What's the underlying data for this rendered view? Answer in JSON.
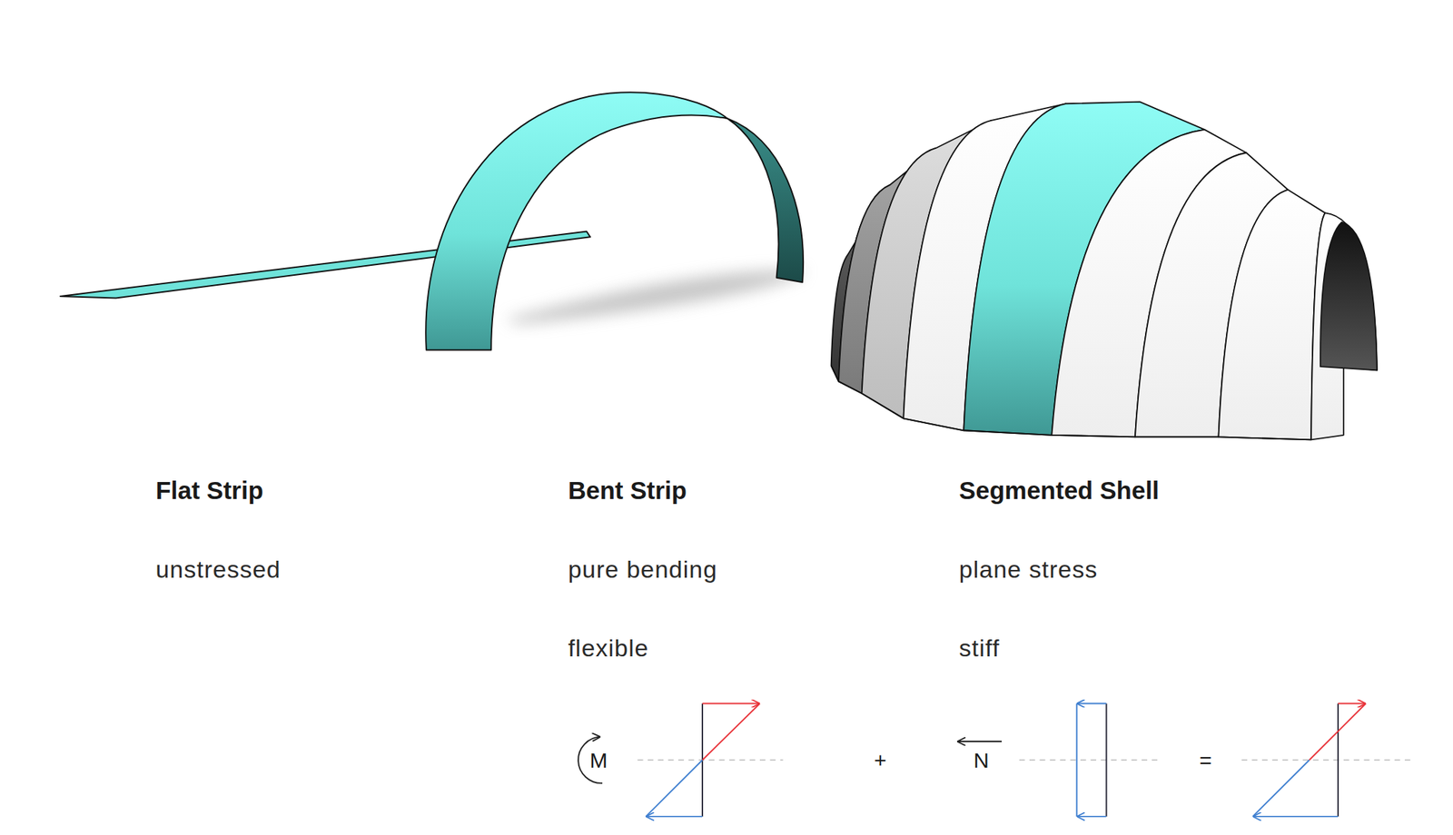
{
  "diagram": {
    "labels": [
      "Flat Strip",
      "unstressed",
      "Bent Strip",
      "pure bending",
      "flexible",
      "Segmented Shell",
      "plane stress",
      "stiff",
      "M",
      "+",
      "N",
      "="
    ]
  }
}
